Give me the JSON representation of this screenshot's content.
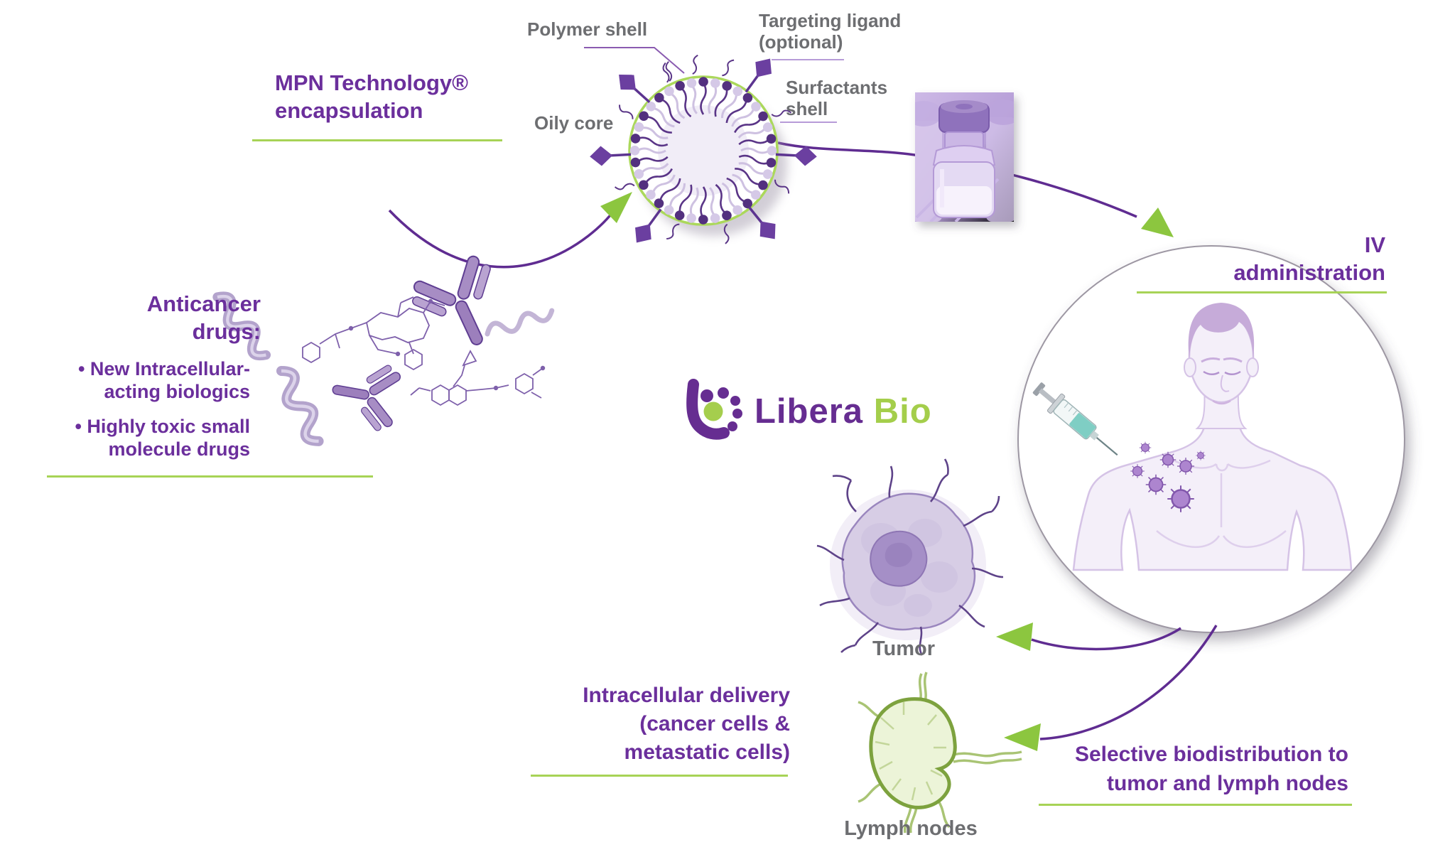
{
  "colors": {
    "heading_purple": "#6B2F9C",
    "brand_purple": "#662D91",
    "label_gray": "#6D6E71",
    "accent_green": "#8CC63F",
    "underline_green": "#A7D356",
    "arrow_purple": "#5F2C91",
    "light_purple": "#B79BD8",
    "lymph_green": "#7DA23E"
  },
  "diagram_labels": {
    "polymer_shell": "Polymer shell",
    "targeting_ligand_line1": "Targeting ligand",
    "targeting_ligand_line2": "(optional)",
    "surfactants_line1": "Surfactants",
    "surfactants_line2": "shell",
    "oily_core": "Oily core",
    "tumor": "Tumor",
    "lymph_nodes": "Lymph nodes"
  },
  "headings": {
    "mpn_line1": "MPN Technology®",
    "mpn_line2": "encapsulation",
    "anticancer_line1": "Anticancer",
    "anticancer_line2": "drugs:",
    "bullet_char": "•",
    "bullets": [
      {
        "line1": "New Intracellular-",
        "line2": "acting biologics"
      },
      {
        "line1": "Highly toxic small",
        "line2": "molecule drugs"
      }
    ],
    "iv_line1": "IV",
    "iv_line2": "administration",
    "selective_line1": "Selective biodistribution to",
    "selective_line2": "tumor and lymph nodes",
    "intracellular_line1": "Intracellular delivery",
    "intracellular_line2": "(cancer cells &",
    "intracellular_line3": "metastatic cells)"
  },
  "logo": {
    "part1": "Libera",
    "part2": "Bio"
  },
  "icons": {
    "nanoparticle": "micelle-nanoparticle-illustration",
    "vial": "drug-vials-photo",
    "iv_circle": "iv-administration-human-torso",
    "syringe": "syringe-icon",
    "tumor": "tumor-cell-illustration",
    "lymph_node": "lymph-node-illustration",
    "drugs": "anticancer-molecules-illustration",
    "arrows": "purple-curved-arrows-green-heads"
  }
}
